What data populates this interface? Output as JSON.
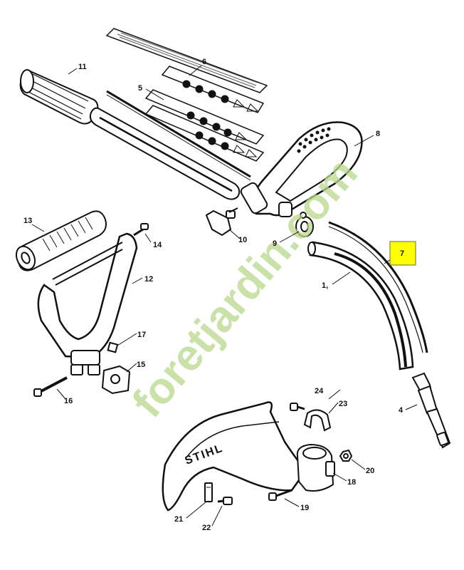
{
  "labels": {
    "p1": "1,",
    "p4": "4",
    "p5": "5",
    "p6": "6",
    "p7": "7",
    "p8": "8",
    "p9": "9",
    "p10": "10",
    "p11": "11",
    "p12": "12",
    "p13": "13",
    "p14": "14",
    "p15": "15",
    "p16": "16",
    "p17": "17",
    "p18": "18",
    "p19": "19",
    "p20": "20",
    "p21": "21",
    "p22": "22",
    "p23": "23",
    "p24": "24"
  },
  "brand_on_guard": "STIHL",
  "watermark": {
    "text": "foretjardin.com",
    "color_main": "#b9d98a",
    "color_accent": "#f4b07a"
  },
  "highlight": {
    "part": "7",
    "color": "#ffff00"
  }
}
